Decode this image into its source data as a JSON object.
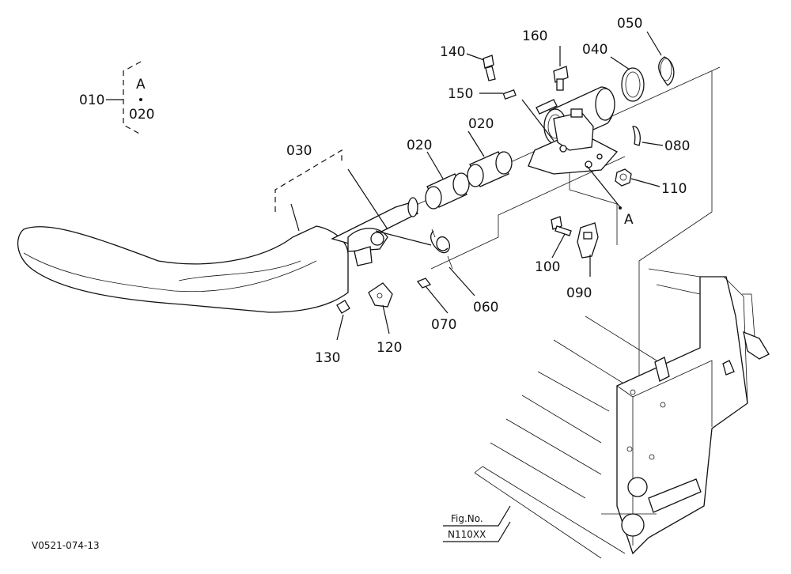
{
  "diagram": {
    "callouts": {
      "p010": "010",
      "pA_legend": "A",
      "p020_legend": "020",
      "p030": "030",
      "p020a": "020",
      "p020b": "020",
      "p040": "040",
      "p050": "050",
      "p060": "060",
      "p070": "070",
      "p080": "080",
      "p090": "090",
      "p100": "100",
      "p110": "110",
      "p120": "120",
      "p130": "130",
      "p140": "140",
      "p150": "150",
      "p160": "160",
      "pA_ref": "A"
    },
    "reference_box": {
      "line1": "Fig.No.",
      "line2": "N110XX"
    },
    "figure_code": "V0521-074-13"
  }
}
